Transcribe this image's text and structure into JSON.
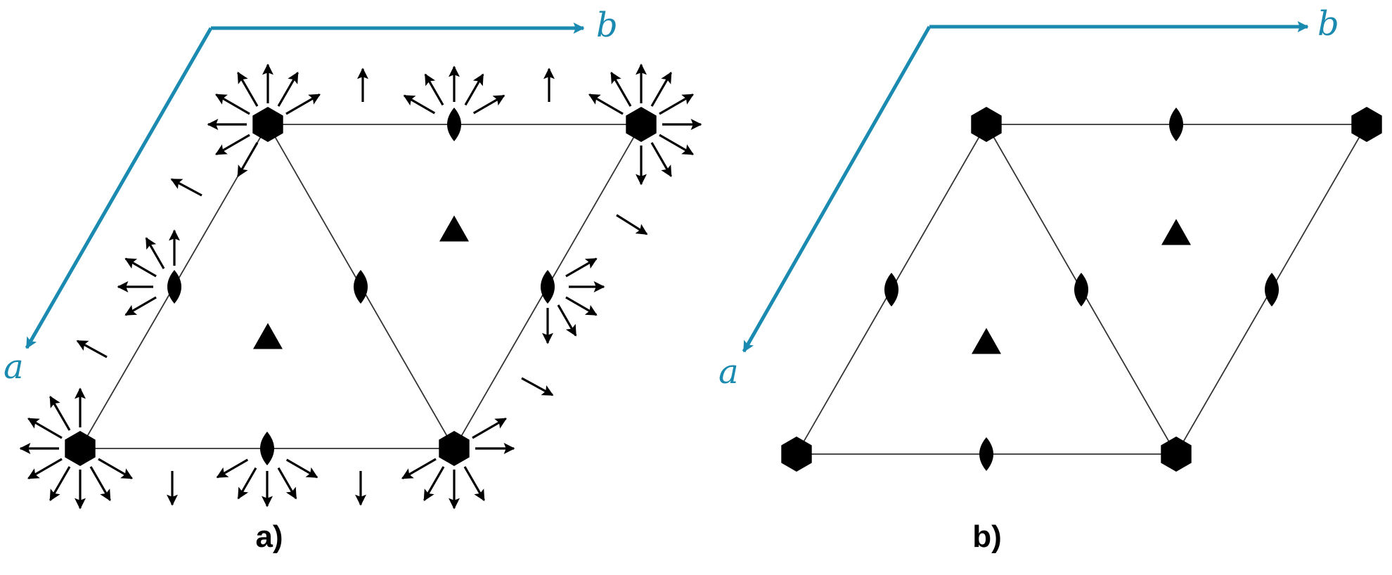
{
  "colors": {
    "axis": "#1a8ab0",
    "ink": "#000000",
    "edge": "#333333"
  },
  "panels": [
    {
      "id": "a",
      "label": "a)",
      "axis_a_label": "a",
      "axis_b_label": "b",
      "has_arrows": true
    },
    {
      "id": "b",
      "label": "b)",
      "axis_a_label": "a",
      "axis_b_label": "b",
      "has_arrows": false
    }
  ],
  "symbols": {
    "sixfold": "hexagon-icon",
    "threefold": "triangle-icon",
    "twofold": "lens-icon"
  }
}
